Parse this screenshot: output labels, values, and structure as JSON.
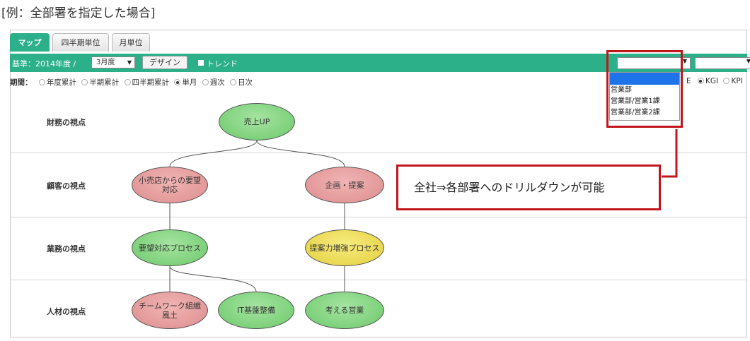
{
  "caption": "[例：全部署を指定した場合]",
  "tabs": [
    {
      "label": "マップ",
      "active": true
    },
    {
      "label": "四半期単位",
      "active": false
    },
    {
      "label": "月単位",
      "active": false
    }
  ],
  "toolbar": {
    "base_label": "基準：2014年度 /",
    "month_value": "3月度",
    "design_label": "デザイン",
    "trend_label": "トレンド",
    "dept_value": "",
    "dept2_value": ""
  },
  "period": {
    "label": "期間：",
    "options": [
      {
        "label": "年度累計",
        "selected": false
      },
      {
        "label": "半期累計",
        "selected": false
      },
      {
        "label": "四半期累計",
        "selected": false
      },
      {
        "label": "単月",
        "selected": true
      },
      {
        "label": "週次",
        "selected": false
      },
      {
        "label": "日次",
        "selected": false
      }
    ]
  },
  "indicator": {
    "prefix": "E",
    "options": [
      {
        "label": "KGI",
        "selected": true
      },
      {
        "label": "KPI",
        "selected": false
      }
    ]
  },
  "dropdown": {
    "items": [
      "営業部",
      "営業部/営業1課",
      "営業部/営業2課"
    ]
  },
  "perspectives": [
    "財務の視点",
    "顧客の視点",
    "業務の視点",
    "人材の視点"
  ],
  "nodes": {
    "sales_up": "売上UP",
    "retailer_request": "小売店からの要望対応",
    "planning": "企画・提案",
    "request_process": "要望対応プロセス",
    "proposal_process": "提案力増強プロセス",
    "teamwork": "チームワーク組織風土",
    "it_base": "IT基盤整備",
    "thinking_sales": "考える営業"
  },
  "colors": {
    "accent": "#2bb08a",
    "highlight": "#c0161c",
    "green_node": "#7fd47c",
    "red_node": "#e99b9b",
    "yellow_node": "#efe05a"
  },
  "callout": "全社⇒各部署へのドリルダウンが可能"
}
